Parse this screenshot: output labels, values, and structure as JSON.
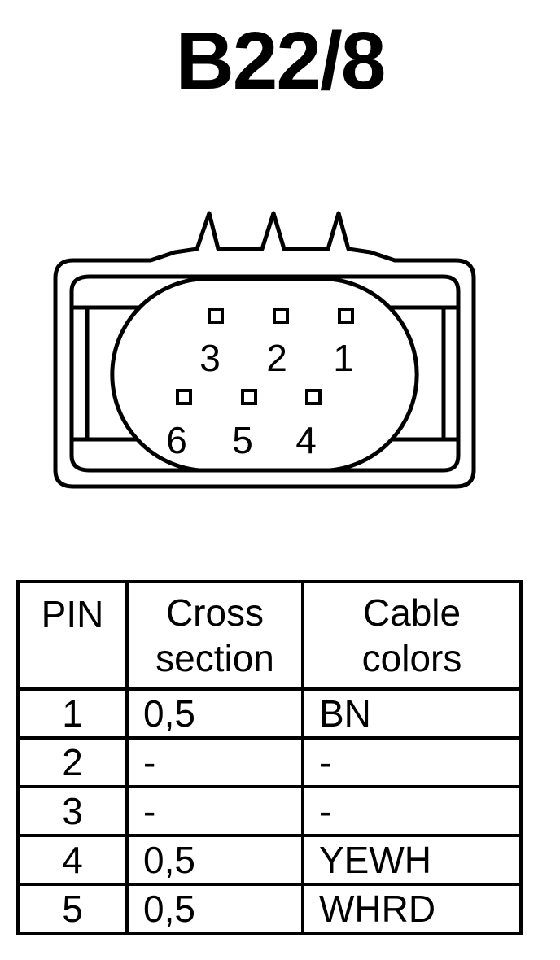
{
  "title": "B22/8",
  "connector": {
    "pin_labels": [
      "3",
      "2",
      "1",
      "6",
      "5",
      "4"
    ]
  },
  "table": {
    "headers": {
      "pin": "PIN",
      "cross_section_line1": "Cross",
      "cross_section_line2": "section",
      "cable_colors_line1": "Cable",
      "cable_colors_line2": "colors"
    },
    "rows": [
      {
        "pin": "1",
        "cross_section": "0,5",
        "cable_color": "BN"
      },
      {
        "pin": "2",
        "cross_section": "-",
        "cable_color": "-"
      },
      {
        "pin": "3",
        "cross_section": "-",
        "cable_color": "-"
      },
      {
        "pin": "4",
        "cross_section": "0,5",
        "cable_color": "YEWH"
      },
      {
        "pin": "5",
        "cross_section": "0,5",
        "cable_color": "WHRD"
      }
    ]
  }
}
